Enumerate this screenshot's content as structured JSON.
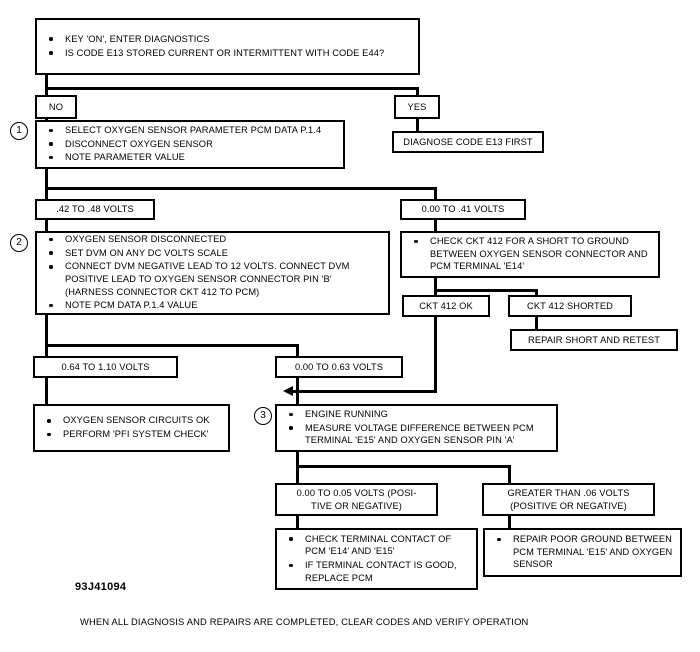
{
  "diagram": {
    "figure_code": "93J41094",
    "caption": "WHEN ALL DIAGNOSIS AND REPAIRS ARE COMPLETED, CLEAR CODES AND VERIFY OPERATION",
    "step_markers": {
      "one": "1",
      "two": "2",
      "three": "3"
    },
    "nodes": {
      "start": {
        "bullets": [
          "KEY 'ON', ENTER DIAGNOSTICS",
          "IS CODE E13 STORED CURRENT OR INTERMITTENT WITH CODE E44?"
        ]
      },
      "branch_no": {
        "label": "NO"
      },
      "branch_yes": {
        "label": "YES"
      },
      "diagnose_e13": {
        "label": "DIAGNOSE CODE E13 FIRST"
      },
      "step1": {
        "bullets": [
          "SELECT OXYGEN SENSOR PARAMETER PCM DATA P.1.4",
          "DISCONNECT OXYGEN SENSOR",
          "NOTE  PARAMETER VALUE"
        ]
      },
      "range_42_48": {
        "label": ".42 TO .48 VOLTS"
      },
      "range_000_41": {
        "label": "0.00 TO .41 VOLTS"
      },
      "step2": {
        "bullets": [
          "OXYGEN SENSOR DISCONNECTED",
          "SET DVM ON ANY DC VOLTS SCALE",
          "CONNECT DVM NEGATIVE LEAD TO 12 VOLTS. CONNECT DVM POSITIVE LEAD TO OXYGEN SENSOR CONNECTOR PIN 'B' (HARNESS CONNECTOR CKT 412 TO PCM)",
          "NOTE PCM DATA P.1.4 VALUE"
        ]
      },
      "check_ckt412": {
        "bullets": [
          "CHECK CKT 412 FOR A SHORT TO GROUND BETWEEN OXYGEN SENSOR CONNECTOR AND PCM TERMINAL 'E14'"
        ]
      },
      "ckt412_ok": {
        "label": "CKT 412 OK"
      },
      "ckt412_shorted": {
        "label": "CKT 412 SHORTED"
      },
      "repair_short": {
        "label": "REPAIR SHORT AND RETEST"
      },
      "range_064_110": {
        "label": "0.64 TO 1.10 VOLTS"
      },
      "range_000_063": {
        "label": "0.00 TO 0.63 VOLTS"
      },
      "circuits_ok": {
        "bullets": [
          "OXYGEN  SENSOR CIRCUITS OK",
          "PERFORM 'PFI SYSTEM CHECK'"
        ]
      },
      "step3": {
        "bullets": [
          "ENGINE RUNNING",
          "MEASURE  VOLTAGE DIFFERENCE BETWEEN PCM TERMINAL 'E15' AND OXYGEN SENSOR PIN 'A'"
        ]
      },
      "range_000_005": {
        "line1": "0.00 TO 0.05 VOLTS (POSI-",
        "line2": "TIVE OR NEGATIVE)"
      },
      "range_greater_06": {
        "line1": "GREATER THAN .06 VOLTS",
        "line2": "(POSITIVE OR NEGATIVE)"
      },
      "check_terminal": {
        "bullets": [
          "CHECK TERMINAL CONTACT OF PCM 'E14' AND 'E15'",
          "IF TERMINAL CONTACT IS GOOD, REPLACE PCM"
        ]
      },
      "repair_ground": {
        "bullets": [
          "REPAIR POOR GROUND BETWEEN PCM TERMINAL 'E15' AND OXYGEN SENSOR"
        ]
      }
    }
  }
}
